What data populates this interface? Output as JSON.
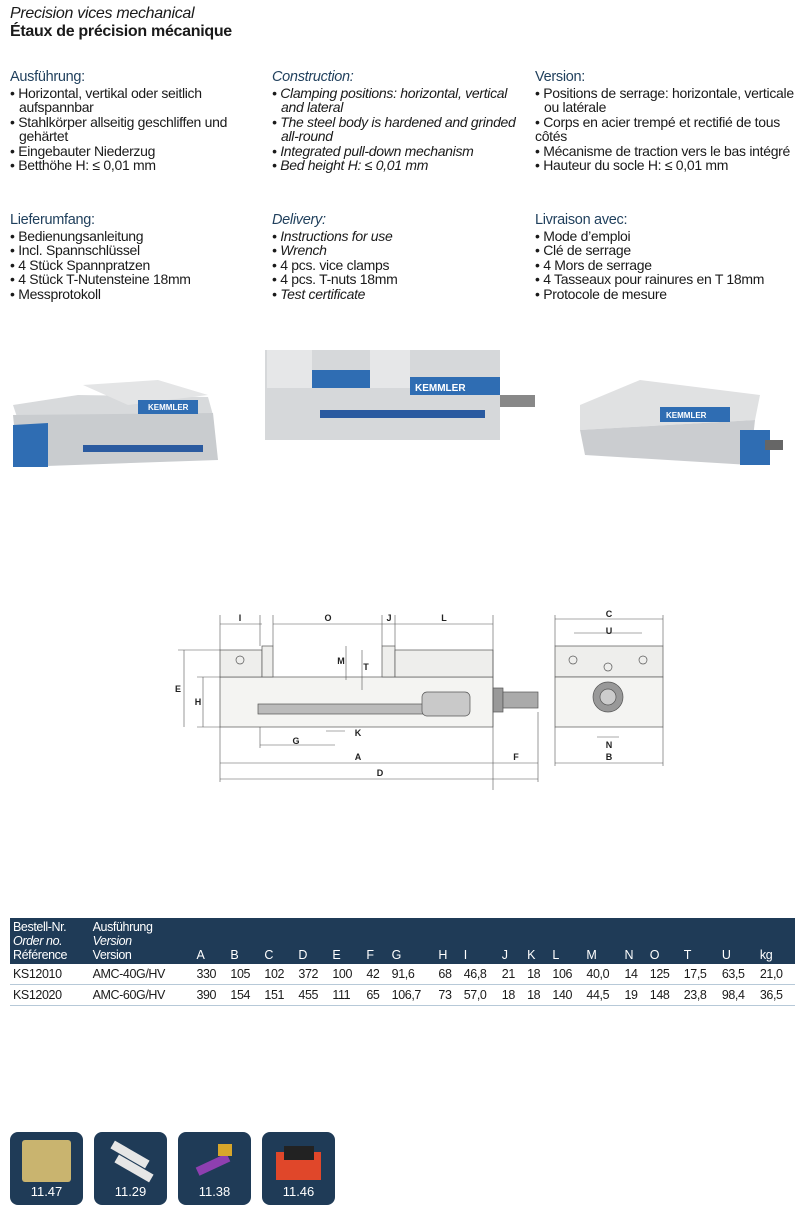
{
  "title": {
    "en": "Precision vices mechanical",
    "fr": "Étaux de précision mécanique"
  },
  "features": {
    "de": {
      "heading": "Ausführung:",
      "items": [
        "Horizontal, vertikal oder seitlich aufspannbar",
        "Stahlkörper allseitig geschliffen und gehärtet",
        "Eingebauter Niederzug",
        "Betthöhe H: ≤ 0,01 mm"
      ]
    },
    "en": {
      "heading": "Construction:",
      "items": [
        "Clamping positions: horizontal, vertical and lateral",
        "The steel body is hardened and grinded all-round",
        "Integrated pull-down mechanism",
        "Bed height H: ≤ 0,01 mm"
      ]
    },
    "fr": {
      "heading": "Version:",
      "items": [
        "Positions de serrage: horizontale, verticale ou latérale",
        "Corps en acier trempé et rectifié de tous côtés",
        "Mécanisme de traction vers le bas intégré",
        "Hauteur du socle H: ≤ 0,01 mm"
      ]
    }
  },
  "delivery": {
    "de": {
      "heading": "Lieferumfang:",
      "items": [
        "Bedienungsanleitung",
        "Incl. Spannschlüssel",
        "4 Stück Spannpratzen",
        "4 Stück T-Nutensteine 18mm",
        "Messprotokoll"
      ]
    },
    "en": {
      "heading": "Delivery:",
      "items": [
        "Instructions for use",
        "Wrench",
        "4 pcs. vice clamps",
        "4 pcs. T-nuts 18mm",
        "Test certificate"
      ]
    },
    "fr": {
      "heading": "Livraison avec:",
      "items": [
        "Mode d’emploi",
        "Clé de serrage",
        "4 Mors de serrage",
        "4 Tasseaux pour rainures en T 18mm",
        "Protocole de mesure"
      ]
    }
  },
  "brand": "KEMMLER",
  "diagram_labels": [
    "I",
    "O",
    "J",
    "L",
    "M",
    "T",
    "E",
    "H",
    "K",
    "G",
    "A",
    "F",
    "D",
    "C",
    "U",
    "N",
    "B"
  ],
  "table": {
    "headers": [
      [
        "Bestell-Nr.",
        "Order no.",
        "Référence"
      ],
      [
        "Ausführung",
        "Version",
        "Version"
      ],
      "A",
      "B",
      "C",
      "D",
      "E",
      "F",
      "G",
      "H",
      "I",
      "J",
      "K",
      "L",
      "M",
      "N",
      "O",
      "T",
      "U",
      "kg"
    ],
    "rows": [
      [
        "KS12010",
        "AMC-40G/HV",
        "330",
        "105",
        "102",
        "372",
        "100",
        "42",
        "91,6",
        "68",
        "46,8",
        "21",
        "18",
        "106",
        "40,0",
        "14",
        "125",
        "17,5",
        "63,5",
        "21,0"
      ],
      [
        "KS12020",
        "AMC-60G/HV",
        "390",
        "154",
        "151",
        "455",
        "111",
        "65",
        "106,7",
        "73",
        "57,0",
        "18",
        "18",
        "140",
        "44,5",
        "19",
        "148",
        "23,8",
        "98,4",
        "36,5"
      ]
    ]
  },
  "accessories": [
    "11.47",
    "11.29",
    "11.38",
    "11.46"
  ],
  "colors": {
    "navy": "#1f3b57",
    "heading": "#1f3f5c",
    "vise_blue": "#2f6db3"
  }
}
